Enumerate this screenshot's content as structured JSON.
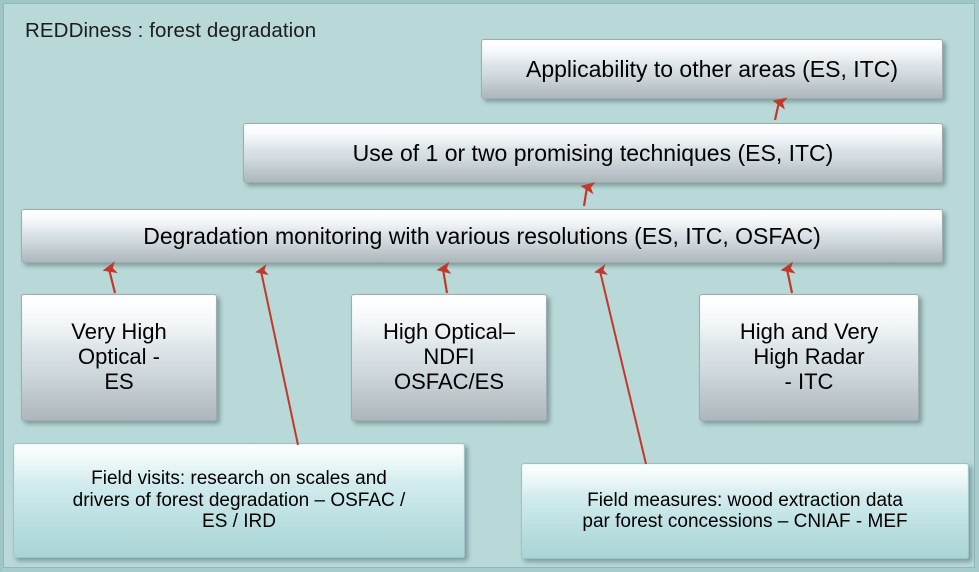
{
  "slide": {
    "title": "REDDiness : forest degradation",
    "background_color": "#b9d8d8",
    "arrow_color": "#c0392b"
  },
  "boxes": {
    "applicability": {
      "label": "Applicability to other areas (ES, ITC)",
      "style": "grey"
    },
    "techniques": {
      "label": "Use of 1 or two promising techniques (ES, ITC)",
      "style": "grey"
    },
    "degradation": {
      "label": "Degradation monitoring with various resolutions (ES, ITC, OSFAC)",
      "style": "grey"
    },
    "very_high_optical": {
      "line1": "Very High",
      "line2": "Optical -",
      "line3": "ES",
      "style": "grey"
    },
    "high_optical": {
      "line1": "High Optical–",
      "line2": "NDFI",
      "line3": "OSFAC/ES",
      "style": "grey"
    },
    "high_radar": {
      "line1": "High and Very",
      "line2": "High Radar",
      "line3": "- ITC",
      "style": "grey"
    },
    "field_visits": {
      "line1": "Field visits: research on scales and",
      "line2": "drivers of forest degradation – OSFAC /",
      "line3": "ES / IRD",
      "style": "teal"
    },
    "field_measures": {
      "line1": "Field measures: wood extraction data",
      "line2": "par forest concessions – CNIAF - MEF",
      "line3": "",
      "style": "teal"
    }
  },
  "arrows": [
    {
      "name": "arrow-techniques-to-applicability",
      "from": "techniques",
      "to": "applicability"
    },
    {
      "name": "arrow-degradation-to-techniques",
      "from": "degradation",
      "to": "techniques"
    },
    {
      "name": "arrow-very-high-optical-to-degradation",
      "from": "very_high_optical",
      "to": "degradation"
    },
    {
      "name": "arrow-high-optical-to-degradation",
      "from": "high_optical",
      "to": "degradation"
    },
    {
      "name": "arrow-high-radar-to-degradation",
      "from": "high_radar",
      "to": "degradation"
    },
    {
      "name": "arrow-field-visits-to-degradation",
      "from": "field_visits",
      "to": "degradation"
    },
    {
      "name": "arrow-field-measures-to-degradation",
      "from": "field_measures",
      "to": "degradation"
    }
  ]
}
